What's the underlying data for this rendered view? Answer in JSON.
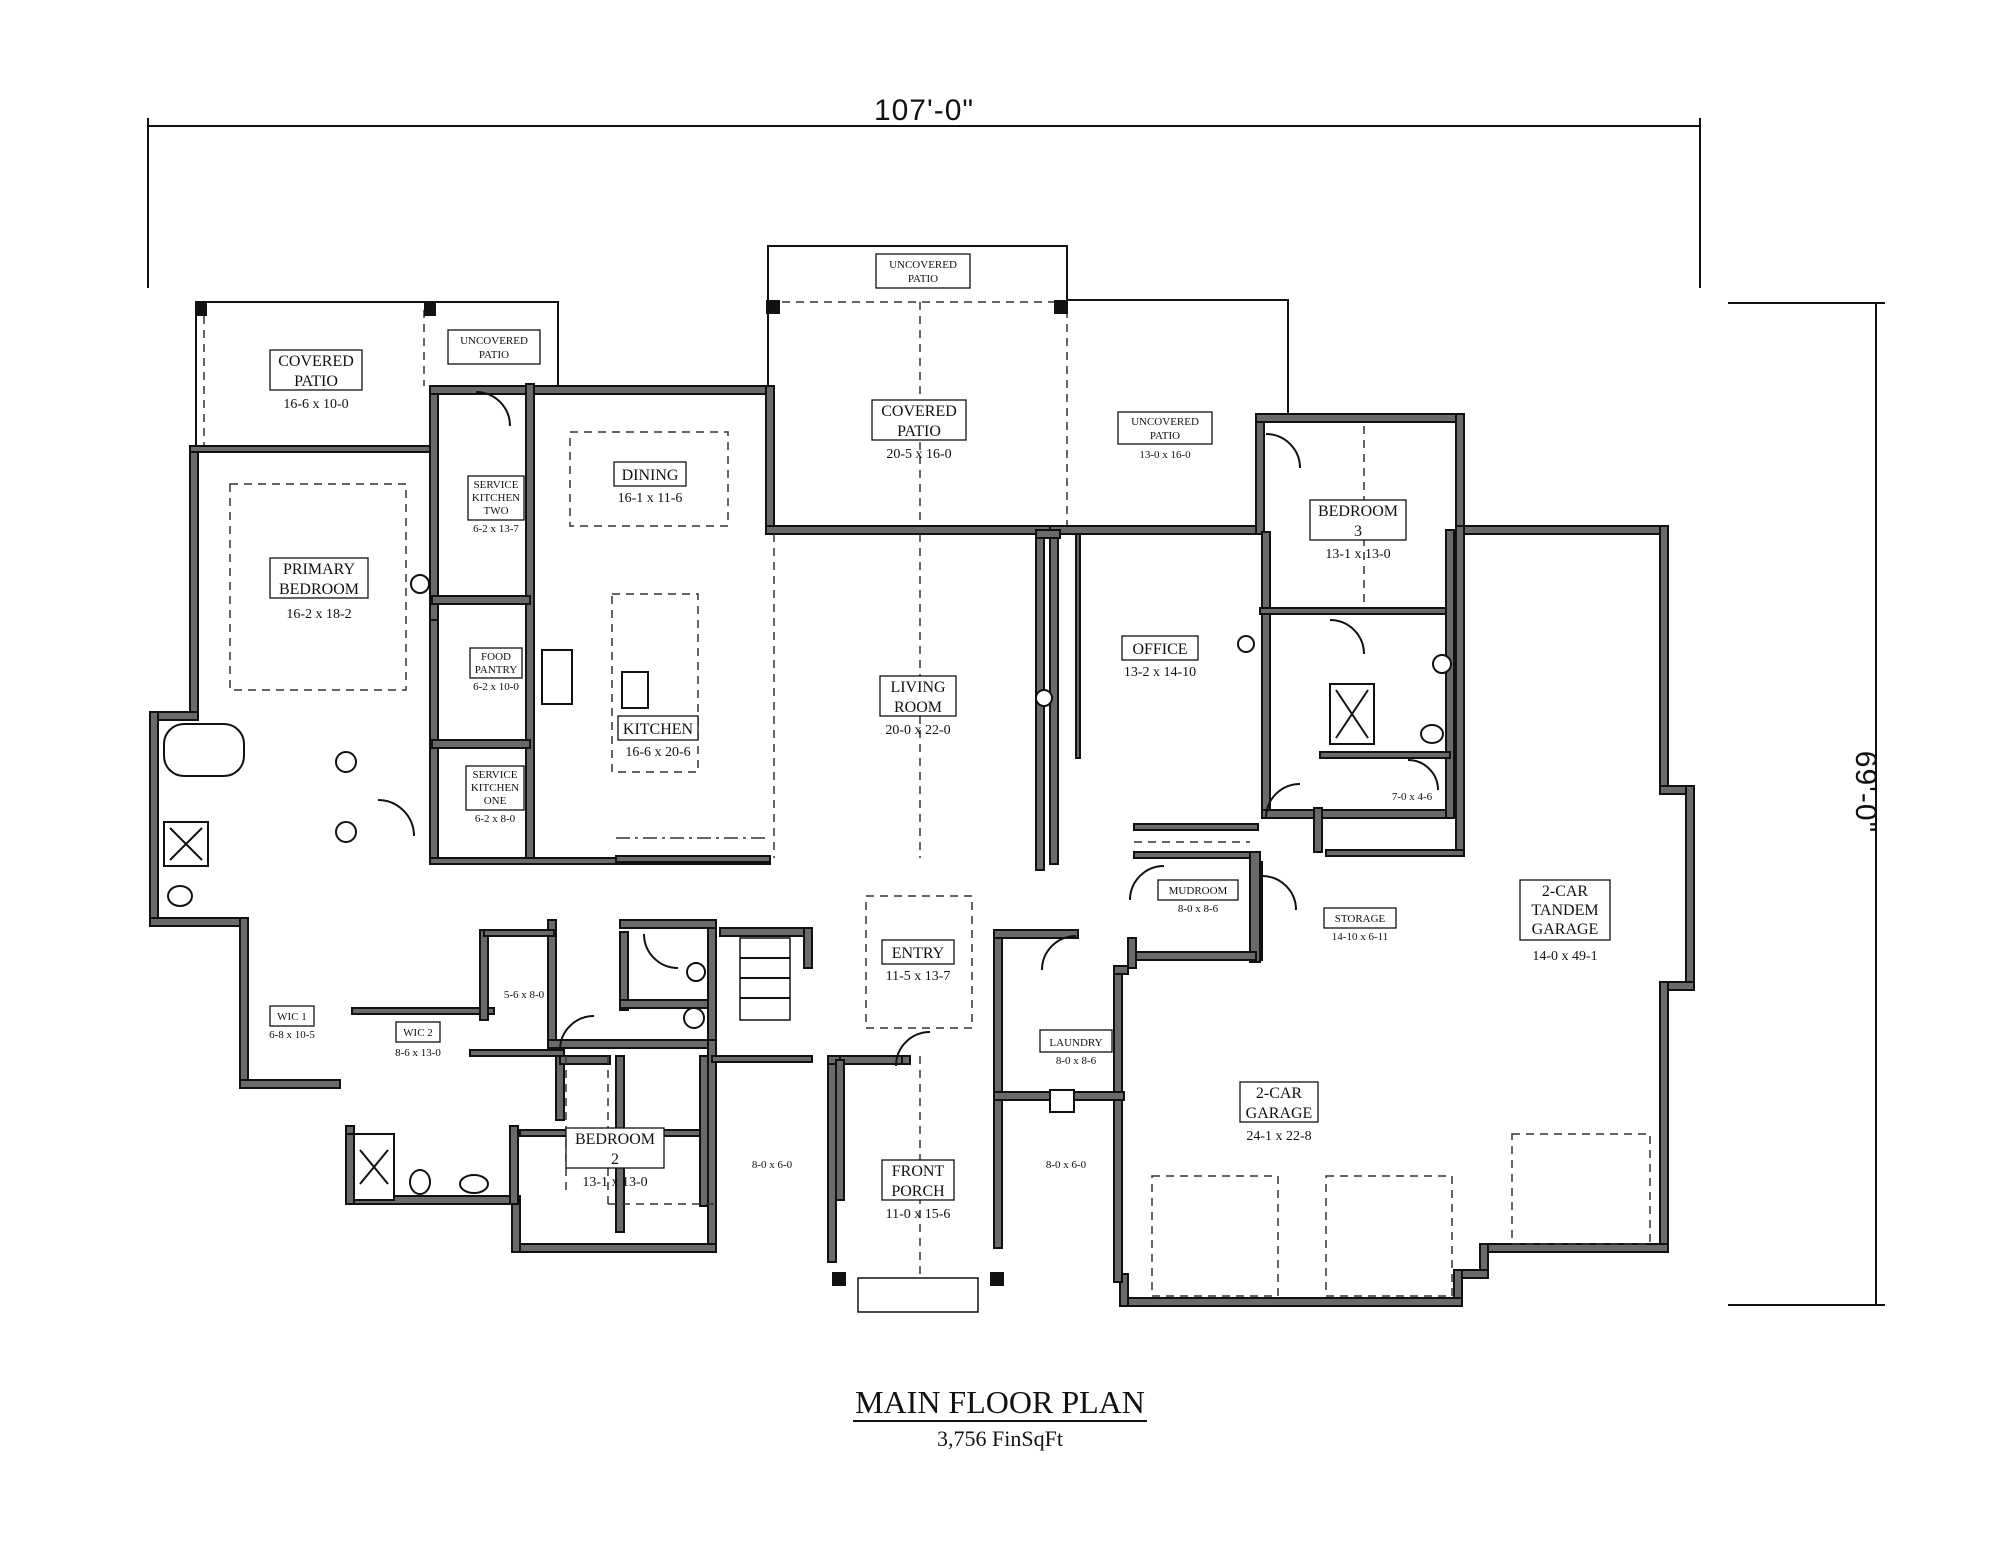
{
  "dimensions": {
    "width": "107'-0\"",
    "depth": "69'-0\""
  },
  "title": "MAIN FLOOR PLAN",
  "subtitle": "3,756 FinSqFt",
  "rooms": [
    {
      "id": "covered-patio-left",
      "name_lines": [
        "COVERED",
        "PATIO"
      ],
      "size": "16-6 x 10-0"
    },
    {
      "id": "uncovered-patio-left",
      "name_lines": [
        "UNCOVERED",
        "PATIO"
      ],
      "size": ""
    },
    {
      "id": "primary-bedroom",
      "name_lines": [
        "PRIMARY",
        "BEDROOM"
      ],
      "size": "16-2 x 18-2"
    },
    {
      "id": "service-kitchen-two",
      "name_lines": [
        "SERVICE",
        "KITCHEN",
        "TWO"
      ],
      "size": "6-2 x 13-7"
    },
    {
      "id": "food-pantry",
      "name_lines": [
        "FOOD",
        "PANTRY"
      ],
      "size": "6-2 x 10-0"
    },
    {
      "id": "service-kitchen-one",
      "name_lines": [
        "SERVICE",
        "KITCHEN",
        "ONE"
      ],
      "size": "6-2 x 8-0"
    },
    {
      "id": "dining",
      "name_lines": [
        "DINING"
      ],
      "size": "16-1 x 11-6"
    },
    {
      "id": "kitchen",
      "name_lines": [
        "KITCHEN"
      ],
      "size": "16-6 x 20-6"
    },
    {
      "id": "uncovered-patio-top",
      "name_lines": [
        "UNCOVERED",
        "PATIO"
      ],
      "size": ""
    },
    {
      "id": "covered-patio-center",
      "name_lines": [
        "COVERED",
        "PATIO"
      ],
      "size": "20-5 x 16-0"
    },
    {
      "id": "living-room",
      "name_lines": [
        "LIVING",
        "ROOM"
      ],
      "size": "20-0 x 22-0"
    },
    {
      "id": "uncovered-patio-right",
      "name_lines": [
        "UNCOVERED",
        "PATIO"
      ],
      "size": "13-0 x 16-0"
    },
    {
      "id": "office",
      "name_lines": [
        "OFFICE"
      ],
      "size": "13-2 x 14-10"
    },
    {
      "id": "bedroom-3",
      "name_lines": [
        "BEDROOM",
        "3"
      ],
      "size": "13-1 x 13-0"
    },
    {
      "id": "bath-3",
      "name_lines": [],
      "size": "7-0 x 4-6"
    },
    {
      "id": "mudroom",
      "name_lines": [
        "MUDROOM"
      ],
      "size": "8-0 x 8-6"
    },
    {
      "id": "storage",
      "name_lines": [
        "STORAGE"
      ],
      "size": "14-10 x 6-11"
    },
    {
      "id": "tandem-garage",
      "name_lines": [
        "2-CAR",
        "TANDEM",
        "GARAGE"
      ],
      "size": "14-0 x 49-1"
    },
    {
      "id": "entry",
      "name_lines": [
        "ENTRY"
      ],
      "size": "11-5 x 13-7"
    },
    {
      "id": "laundry",
      "name_lines": [
        "LAUNDRY"
      ],
      "size": "8-0 x 8-6"
    },
    {
      "id": "garage",
      "name_lines": [
        "2-CAR",
        "GARAGE"
      ],
      "size": "24-1 x 22-8"
    },
    {
      "id": "wic-1",
      "name_lines": [
        "WIC 1"
      ],
      "size": "6-8 x 10-5"
    },
    {
      "id": "wic-2",
      "name_lines": [
        "WIC 2"
      ],
      "size": "8-6 x 13-0"
    },
    {
      "id": "closet-2",
      "name_lines": [],
      "size": "5-6 x 8-0"
    },
    {
      "id": "bedroom-2",
      "name_lines": [
        "BEDROOM",
        "2"
      ],
      "size": "13-1 x 13-0"
    },
    {
      "id": "front-porch",
      "name_lines": [
        "FRONT",
        "PORCH"
      ],
      "size": "11-0 x 15-6"
    },
    {
      "id": "porch-left",
      "name_lines": [],
      "size": "8-0 x 6-0"
    },
    {
      "id": "porch-right",
      "name_lines": [],
      "size": "8-0 x 6-0"
    }
  ]
}
